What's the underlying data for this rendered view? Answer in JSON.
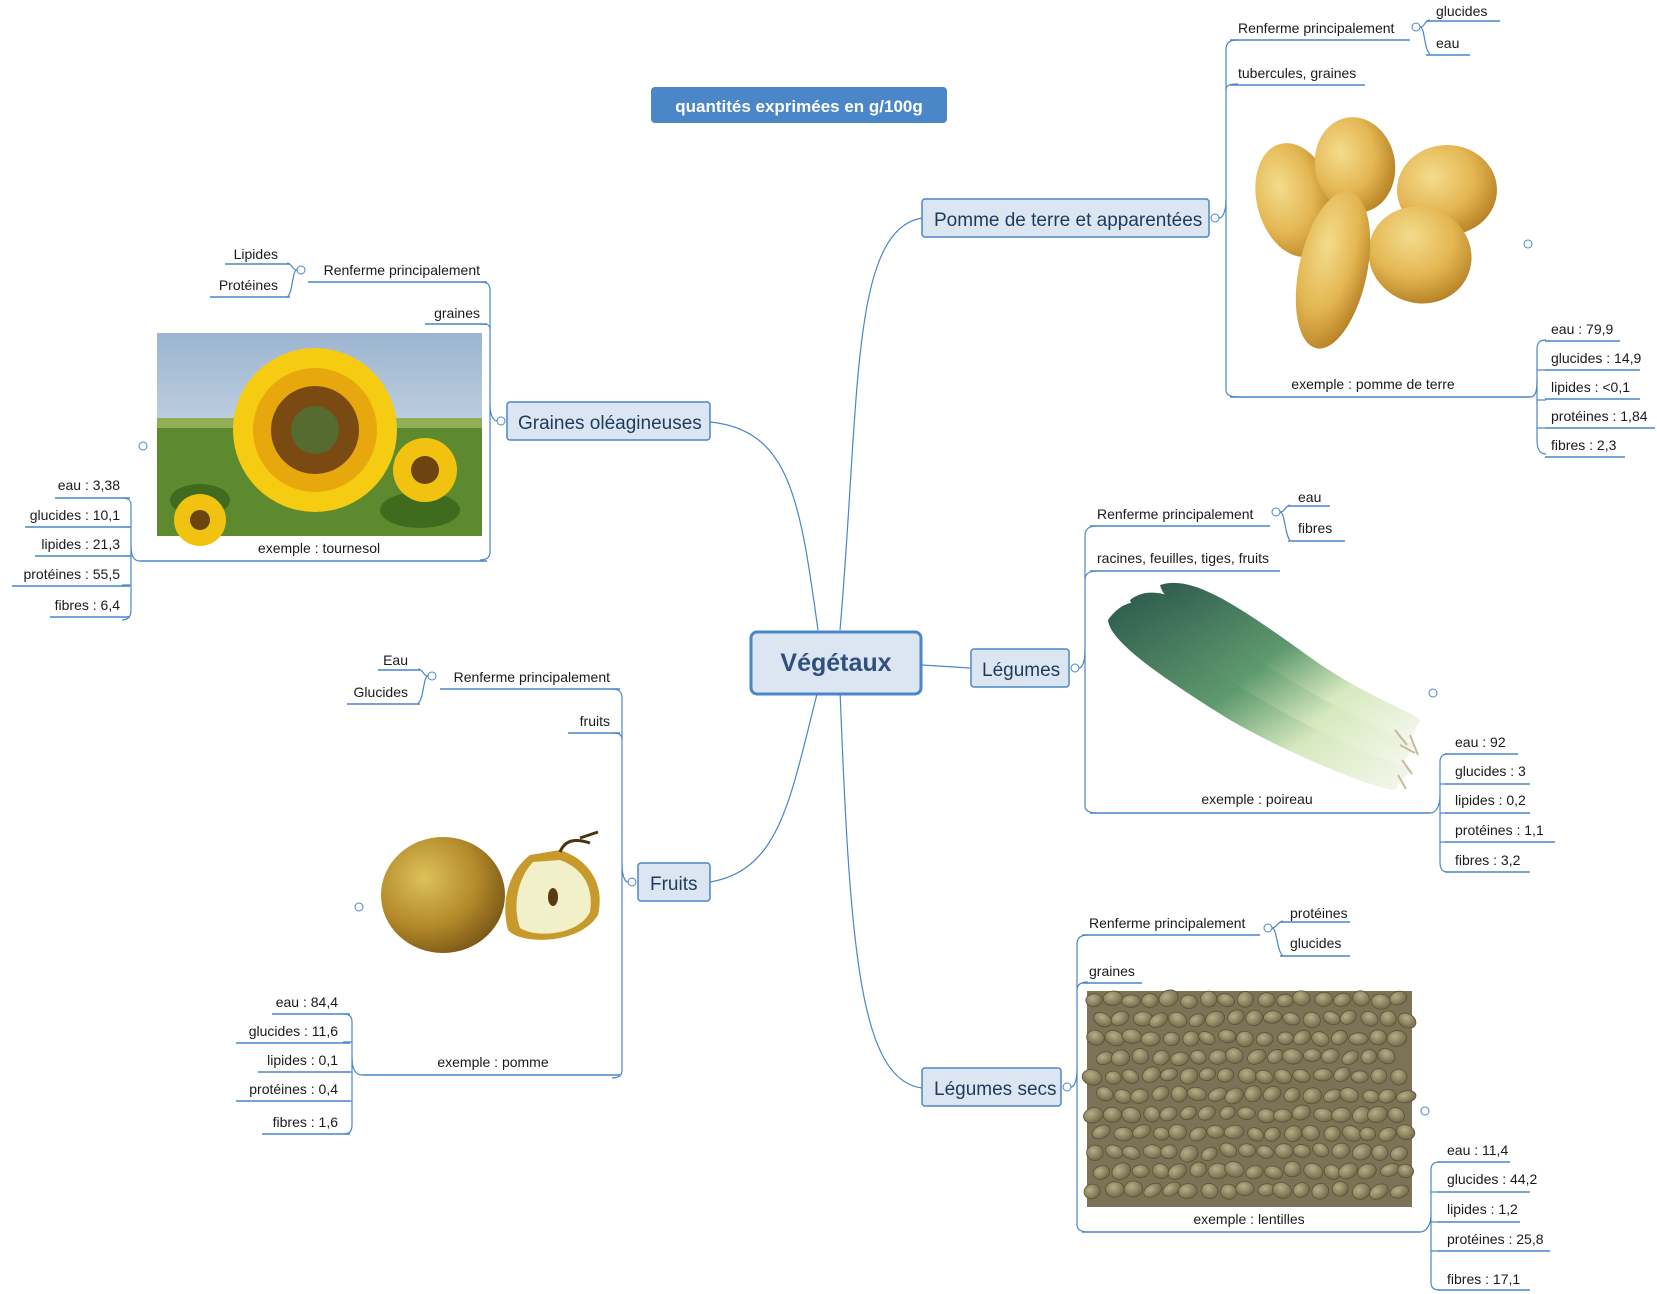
{
  "note": {
    "text": "quantités exprimées en g/100g",
    "color": "#4a86c8"
  },
  "central": {
    "label": "Végétaux"
  },
  "branches": {
    "pomme_de_terre": {
      "label": "Pomme de terre et apparentées",
      "renferme": "Renferme principalement",
      "renferme_items": [
        "glucides",
        "eau"
      ],
      "type": "tubercules, graines",
      "image_icon": "potatoes-image",
      "exemple": "exemple : pomme de terre",
      "values": [
        "eau : 79,9",
        "glucides : 14,9",
        "lipides : <0,1",
        "protéines : 1,84",
        "fibres : 2,3"
      ]
    },
    "graines_oleagineuses": {
      "label": "Graines oléagineuses",
      "renferme": "Renferme principalement",
      "renferme_items": [
        "Lipides",
        "Protéines"
      ],
      "type": "graines",
      "image_icon": "sunflower-image",
      "exemple": "exemple : tournesol",
      "values": [
        "eau : 3,38",
        "glucides : 10,1",
        "lipides : 21,3",
        "protéines : 55,5",
        "fibres : 6,4"
      ]
    },
    "legumes": {
      "label": "Légumes",
      "renferme": "Renferme principalement",
      "renferme_items": [
        "eau",
        "fibres"
      ],
      "type": "racines, feuilles, tiges, fruits",
      "image_icon": "leek-image",
      "exemple": "exemple : poireau",
      "values": [
        "eau : 92",
        "glucides : 3",
        "lipides : 0,2",
        "protéines : 1,1",
        "fibres : 3,2"
      ]
    },
    "fruits": {
      "label": "Fruits",
      "renferme": "Renferme principalement",
      "renferme_items": [
        "Eau",
        "Glucides"
      ],
      "type": "fruits",
      "image_icon": "apple-image",
      "exemple": "exemple : pomme",
      "values": [
        "eau : 84,4",
        "glucides : 11,6",
        "lipides : 0,1",
        "protéines : 0,4",
        "fibres : 1,6"
      ]
    },
    "legumes_secs": {
      "label": "Légumes secs",
      "renferme": "Renferme principalement",
      "renferme_items": [
        "protéines",
        "glucides"
      ],
      "type": "graines",
      "image_icon": "lentils-image",
      "exemple": "exemple : lentilles",
      "values": [
        "eau : 11,4",
        "glucides : 44,2",
        "lipides : 1,2",
        "protéines : 25,8",
        "fibres : 17,1"
      ]
    }
  }
}
